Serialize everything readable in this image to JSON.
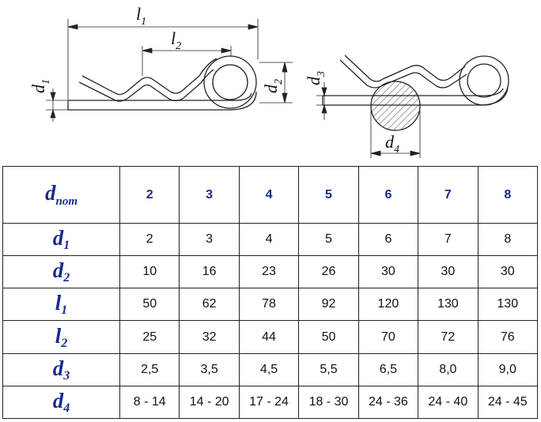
{
  "drawing": {
    "labels": [
      {
        "name": "l1",
        "base": "l",
        "sub": "1"
      },
      {
        "name": "l2",
        "base": "l",
        "sub": "2"
      },
      {
        "name": "d1",
        "base": "d",
        "sub": "1"
      },
      {
        "name": "d2",
        "base": "d",
        "sub": "2"
      },
      {
        "name": "d3",
        "base": "d",
        "sub": "3"
      },
      {
        "name": "d4",
        "base": "d",
        "sub": "4"
      }
    ]
  },
  "table": {
    "header": {
      "base": "d",
      "sub": "nom",
      "columns": [
        "2",
        "3",
        "4",
        "5",
        "6",
        "7",
        "8"
      ]
    },
    "rows": [
      {
        "base": "d",
        "sub": "1",
        "values": [
          "2",
          "3",
          "4",
          "5",
          "6",
          "7",
          "8"
        ]
      },
      {
        "base": "d",
        "sub": "2",
        "values": [
          "10",
          "16",
          "23",
          "26",
          "30",
          "30",
          "30"
        ]
      },
      {
        "base": "l",
        "sub": "1",
        "values": [
          "50",
          "62",
          "78",
          "92",
          "120",
          "130",
          "130"
        ]
      },
      {
        "base": "l",
        "sub": "2",
        "values": [
          "25",
          "32",
          "44",
          "50",
          "70",
          "72",
          "76"
        ]
      },
      {
        "base": "d",
        "sub": "3",
        "values": [
          "2,5",
          "3,5",
          "4,5",
          "5,5",
          "6,5",
          "8,0",
          "9,0"
        ]
      },
      {
        "base": "d",
        "sub": "4",
        "values": [
          "8 - 14",
          "14 - 20",
          "17 - 24",
          "18 - 30",
          "24 - 36",
          "24 - 40",
          "24 - 45"
        ]
      }
    ]
  },
  "colors": {
    "header_text": "#1b2a8c",
    "body_text": "#111111",
    "lines": "#222222"
  }
}
